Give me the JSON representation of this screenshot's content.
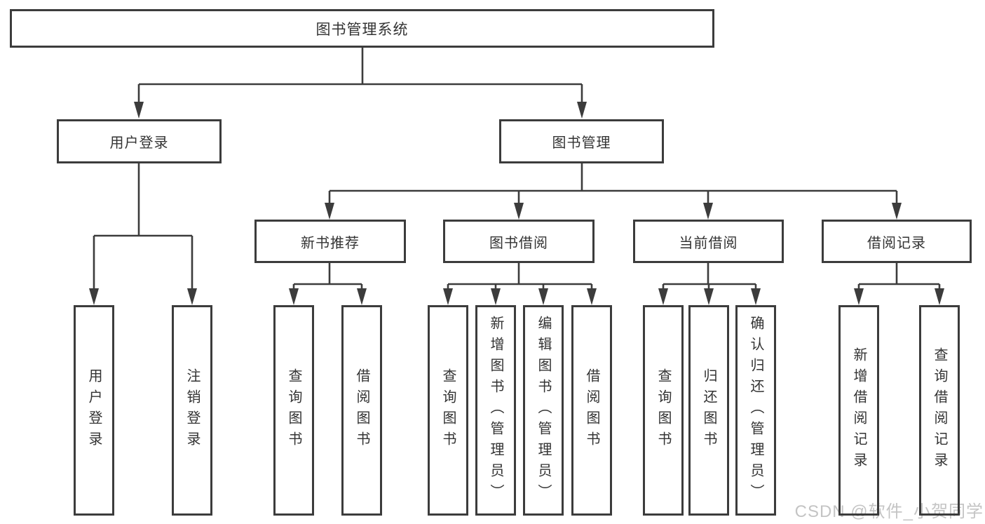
{
  "colors": {
    "line": "#3c3c3c",
    "text": "#333333",
    "box_background": "#ffffff",
    "page_background": "#ffffff",
    "watermark": "#c4c4c4"
  },
  "watermark": {
    "text": "CSDN @软件_小贺同学"
  },
  "nodes": {
    "root": {
      "label": "图书管理系统"
    },
    "user_login": {
      "label": "用户登录"
    },
    "book_management": {
      "label": "图书管理"
    },
    "new_book_recommend": {
      "label": "新书推荐"
    },
    "book_borrow": {
      "label": "图书借阅"
    },
    "current_borrow": {
      "label": "当前借阅"
    },
    "borrow_record": {
      "label": "借阅记录"
    },
    "leaf_user_login": {
      "label": "用户登录"
    },
    "leaf_logout": {
      "label": "注销登录"
    },
    "leaf_recommend_query_book": {
      "label": "查询图书"
    },
    "leaf_recommend_borrow_book": {
      "label": "借阅图书"
    },
    "leaf_borrow_query_book": {
      "label": "查询图书"
    },
    "leaf_borrow_add_book_admin": {
      "label": "新增图书（管理员）"
    },
    "leaf_borrow_edit_book_admin": {
      "label": "编辑图书（管理员）"
    },
    "leaf_borrow_borrow_book": {
      "label": "借阅图书"
    },
    "leaf_current_query_book": {
      "label": "查询图书"
    },
    "leaf_current_return_book": {
      "label": "归还图书"
    },
    "leaf_current_confirm_return_admin": {
      "label": "确认归还（管理员）"
    },
    "leaf_record_add_record": {
      "label": "新增借阅记录"
    },
    "leaf_record_query_record": {
      "label": "查询借阅记录"
    }
  },
  "hierarchy": {
    "图书管理系统": [
      "用户登录",
      "图书管理"
    ],
    "用户登录": [
      "用户登录",
      "注销登录"
    ],
    "图书管理": [
      "新书推荐",
      "图书借阅",
      "当前借阅",
      "借阅记录"
    ],
    "新书推荐": [
      "查询图书",
      "借阅图书"
    ],
    "图书借阅": [
      "查询图书",
      "新增图书（管理员）",
      "编辑图书（管理员）",
      "借阅图书"
    ],
    "当前借阅": [
      "查询图书",
      "归还图书",
      "确认归还（管理员）"
    ],
    "借阅记录": [
      "新增借阅记录",
      "查询借阅记录"
    ]
  }
}
